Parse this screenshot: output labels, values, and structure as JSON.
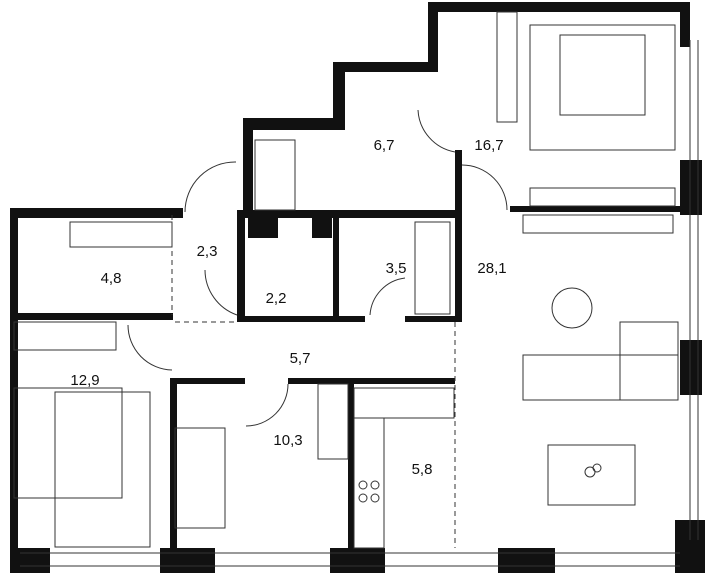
{
  "rooms": [
    {
      "id": "bathroom-master",
      "area": "6,7"
    },
    {
      "id": "bedroom-master",
      "area": "16,7"
    },
    {
      "id": "hall-entry",
      "area": "2,3"
    },
    {
      "id": "wardrobe",
      "area": "4,8"
    },
    {
      "id": "wc",
      "area": "2,2"
    },
    {
      "id": "bathroom",
      "area": "3,5"
    },
    {
      "id": "living-room",
      "area": "28,1"
    },
    {
      "id": "bedroom",
      "area": "12,9"
    },
    {
      "id": "corridor",
      "area": "5,7"
    },
    {
      "id": "children-room",
      "area": "10,3"
    },
    {
      "id": "kitchen",
      "area": "5,8"
    }
  ],
  "colors": {
    "wall": "#111111",
    "furniture": "#333333",
    "background": "#ffffff"
  }
}
